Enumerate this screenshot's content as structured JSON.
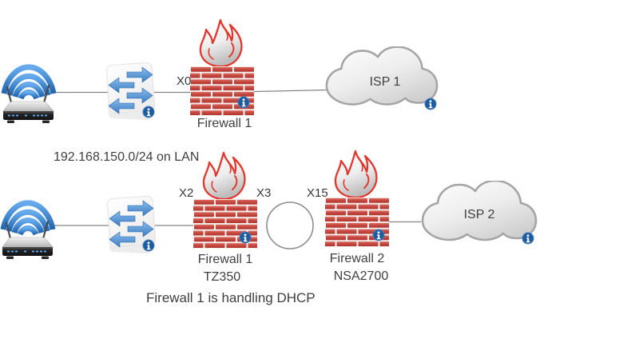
{
  "top_row": {
    "router": {
      "icon": "wireless-router"
    },
    "switch": {
      "icon": "ethernet-switch"
    },
    "firewall": {
      "port": "X0",
      "label": "Firewall 1",
      "icon": "firewall-brick-wall-flame"
    },
    "cloud": {
      "label": "ISP 1",
      "icon": "cloud"
    }
  },
  "bottom_row": {
    "router": {
      "icon": "wireless-router"
    },
    "switch": {
      "icon": "ethernet-switch"
    },
    "firewall1": {
      "port_left": "X2",
      "port_right": "X3",
      "label": "Firewall 1",
      "model": "TZ350",
      "icon": "firewall-brick-wall-flame"
    },
    "ring": {
      "icon": "circle-outline"
    },
    "firewall2": {
      "port_left": "X15",
      "label": "Firewall 2",
      "model": "NSA2700",
      "icon": "firewall-brick-wall-flame"
    },
    "cloud": {
      "label": "ISP 2",
      "icon": "cloud"
    }
  },
  "notes": {
    "lan_subnet": "192.168.150.0/24 on LAN",
    "dhcp": "Firewall 1 is handling DHCP"
  },
  "icons": {
    "info_badge": "ⓘ"
  },
  "colors": {
    "background": "#FFFFFF",
    "brick_red": "#C64941",
    "mortar": "#F2EFEC",
    "flame_red": "#E2372C",
    "arrow_blue": "#4E8FD0",
    "wifi_blue": "#3579C8",
    "info_badge_blue": "#1D5C9E",
    "cloud_border": "#A5A5A5",
    "connector_gray": "#848484",
    "label_text": "#3F3F3F"
  }
}
